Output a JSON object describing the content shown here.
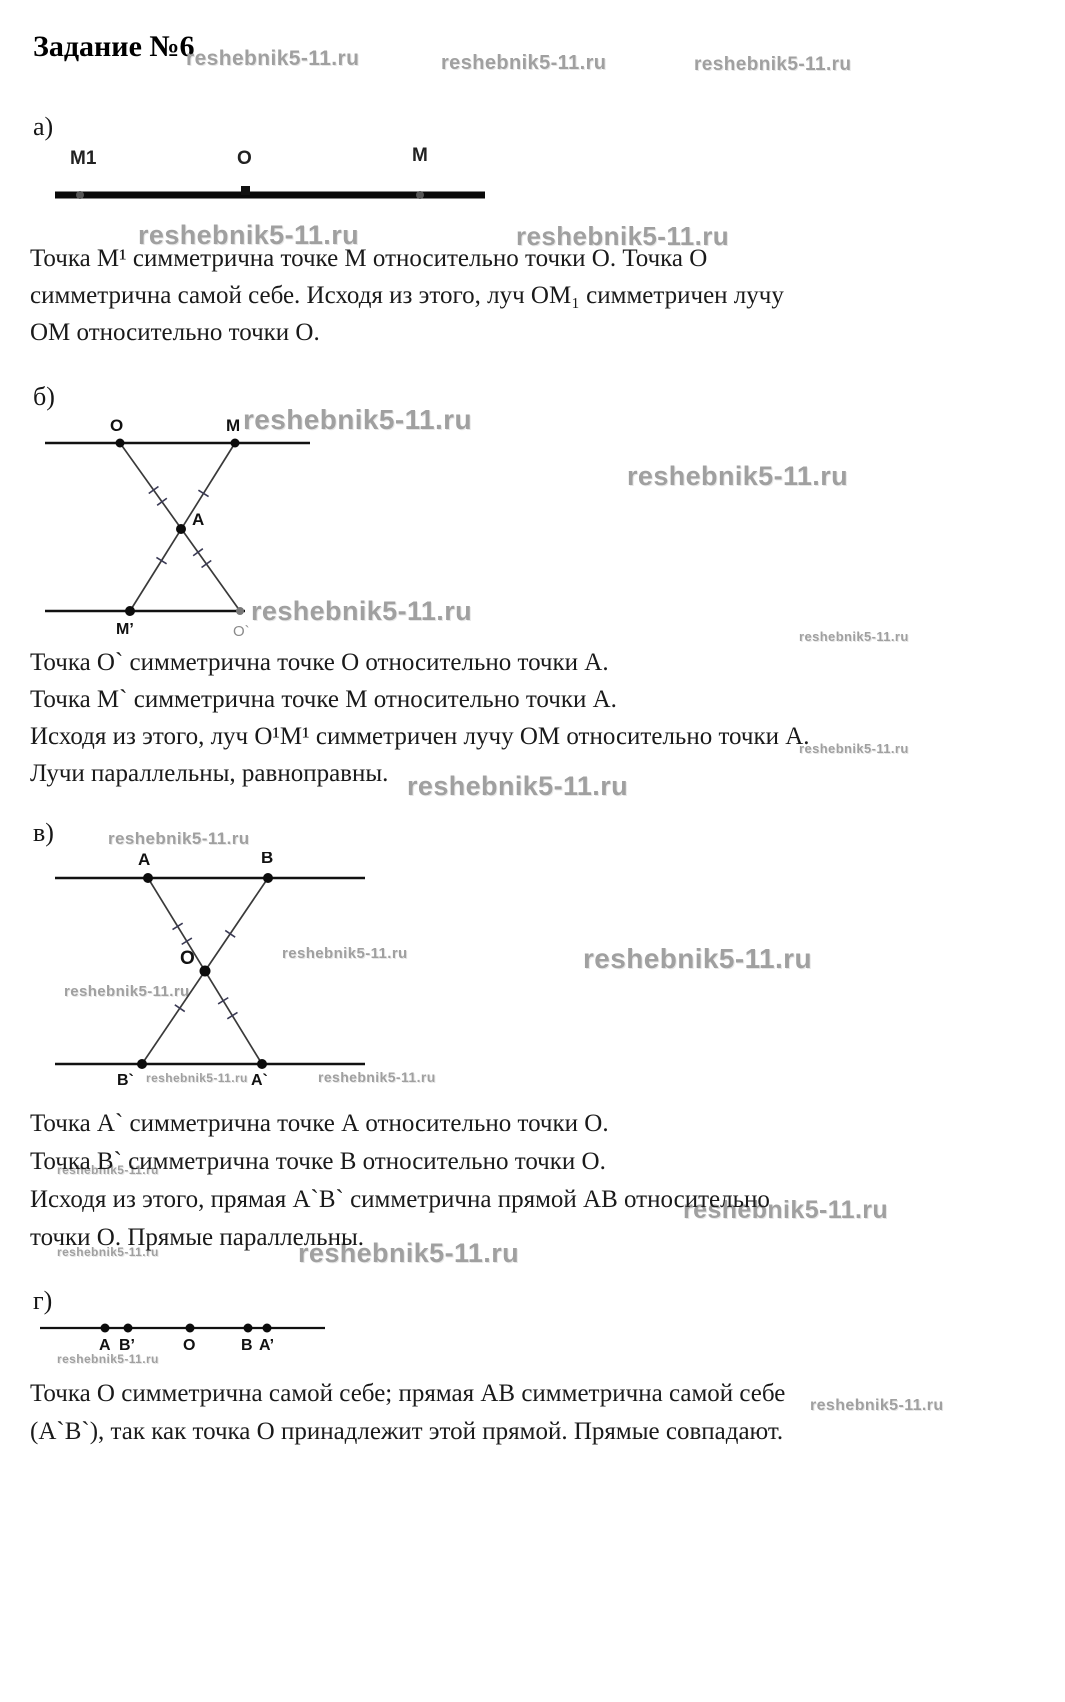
{
  "watermark": {
    "text": "reshebnik5-11.ru"
  },
  "header": {
    "title": "Задание №6"
  },
  "section_a": {
    "label": "а)",
    "points": {
      "m1": "M1",
      "o": "O",
      "m": "M"
    },
    "lines": [
      "Точка М¹ симметрична точке М относительно точки О. Точка О",
      "симметрична самой себе. Исходя из этого, луч ОМ₁ симметричен лучу",
      "ОМ относительно точки О."
    ]
  },
  "section_b": {
    "label": "б)",
    "points": {
      "o": "O",
      "m": "M",
      "a": "A",
      "m_prime": "M’",
      "o_prime": "O`"
    },
    "lines": [
      "Точка О` симметрична точке О относительно точки А.",
      "Точка М` симметрична точке М относительно точки А.",
      "Исходя из этого, луч О¹М¹ симметричен лучу ОМ относительно точки А.",
      "Лучи параллельны, равноправны."
    ]
  },
  "section_v": {
    "label": "в)",
    "points": {
      "a": "A",
      "b": "B",
      "o": "O",
      "b_prime": "B`",
      "a_prime": "A`"
    },
    "lines": [
      "Точка А` симметрична точке А относительно точки О.",
      "Точка В` симметрична точке В относительно точки О.",
      "Исходя из этого, прямая А`В` симметрична прямой АВ относительно",
      "точки О. Прямые параллельны."
    ]
  },
  "section_g": {
    "label": "г)",
    "points": {
      "a": "A",
      "b_prime": "B’",
      "o": "O",
      "b": "B",
      "a_prime": "A’"
    },
    "lines": [
      "Точка О симметрична самой себе; прямая АВ симметрична самой себе",
      "(А`В`), так как точка О принадлежит этой прямой. Прямые совпадают."
    ]
  }
}
